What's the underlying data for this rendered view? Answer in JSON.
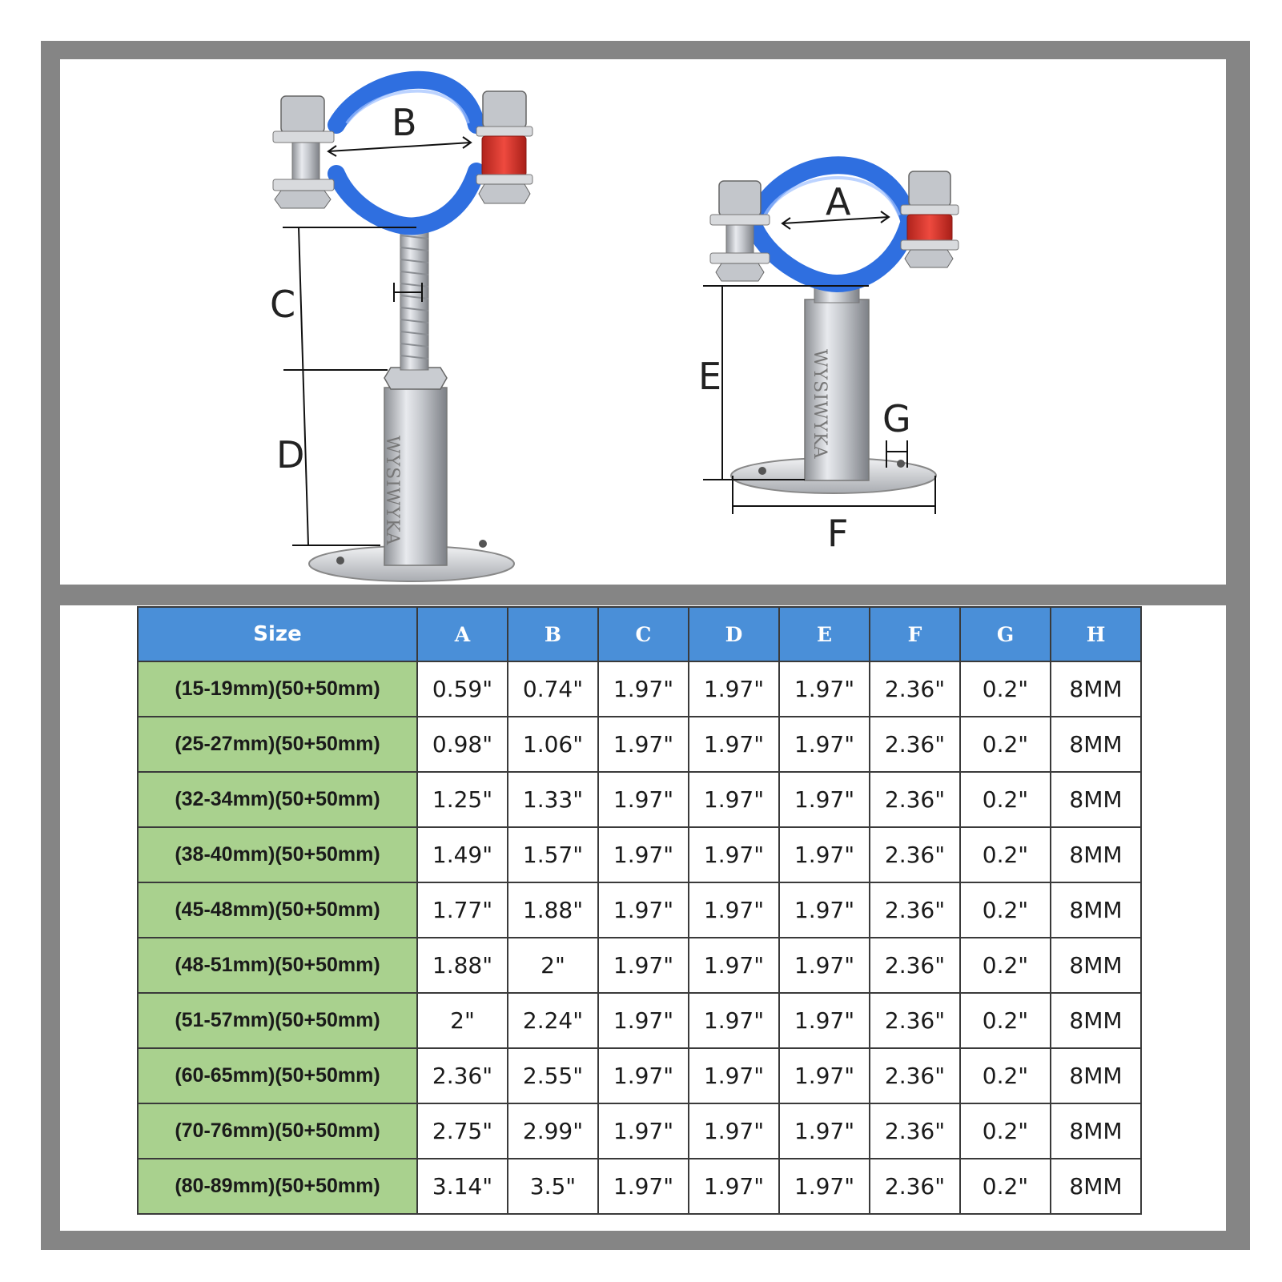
{
  "diagram": {
    "left_labels": [
      "B",
      "C",
      "D"
    ],
    "right_labels": [
      "A",
      "E",
      "G",
      "F"
    ],
    "brand_text": "WYSIWYKA"
  },
  "table": {
    "headers": [
      "Size",
      "A",
      "B",
      "C",
      "D",
      "E",
      "F",
      "G",
      "H"
    ],
    "rows": [
      [
        "(15-19mm)(50+50mm)",
        "0.59\"",
        "0.74\"",
        "1.97\"",
        "1.97\"",
        "1.97\"",
        "2.36\"",
        "0.2\"",
        "8MM"
      ],
      [
        "(25-27mm)(50+50mm)",
        "0.98\"",
        "1.06\"",
        "1.97\"",
        "1.97\"",
        "1.97\"",
        "2.36\"",
        "0.2\"",
        "8MM"
      ],
      [
        "(32-34mm)(50+50mm)",
        "1.25\"",
        "1.33\"",
        "1.97\"",
        "1.97\"",
        "1.97\"",
        "2.36\"",
        "0.2\"",
        "8MM"
      ],
      [
        "(38-40mm)(50+50mm)",
        "1.49\"",
        "1.57\"",
        "1.97\"",
        "1.97\"",
        "1.97\"",
        "2.36\"",
        "0.2\"",
        "8MM"
      ],
      [
        "(45-48mm)(50+50mm)",
        "1.77\"",
        "1.88\"",
        "1.97\"",
        "1.97\"",
        "1.97\"",
        "2.36\"",
        "0.2\"",
        "8MM"
      ],
      [
        "(48-51mm)(50+50mm)",
        "1.88\"",
        "2\"",
        "1.97\"",
        "1.97\"",
        "1.97\"",
        "2.36\"",
        "0.2\"",
        "8MM"
      ],
      [
        "(51-57mm)(50+50mm)",
        "2\"",
        "2.24\"",
        "1.97\"",
        "1.97\"",
        "1.97\"",
        "2.36\"",
        "0.2\"",
        "8MM"
      ],
      [
        "(60-65mm)(50+50mm)",
        "2.36\"",
        "2.55\"",
        "1.97\"",
        "1.97\"",
        "1.97\"",
        "2.36\"",
        "0.2\"",
        "8MM"
      ],
      [
        "(70-76mm)(50+50mm)",
        "2.75\"",
        "2.99\"",
        "1.97\"",
        "1.97\"",
        "1.97\"",
        "2.36\"",
        "0.2\"",
        "8MM"
      ],
      [
        "(80-89mm)(50+50mm)",
        "3.14\"",
        "3.5\"",
        "1.97\"",
        "1.97\"",
        "1.97\"",
        "2.36\"",
        "0.2\"",
        "8MM"
      ]
    ]
  },
  "colors": {
    "frame": "#858585",
    "header_blue": "#4a8fd8",
    "size_green": "#a9d18e",
    "clamp_blue": "#2f6fe0",
    "rubber_red": "#d8382e"
  }
}
